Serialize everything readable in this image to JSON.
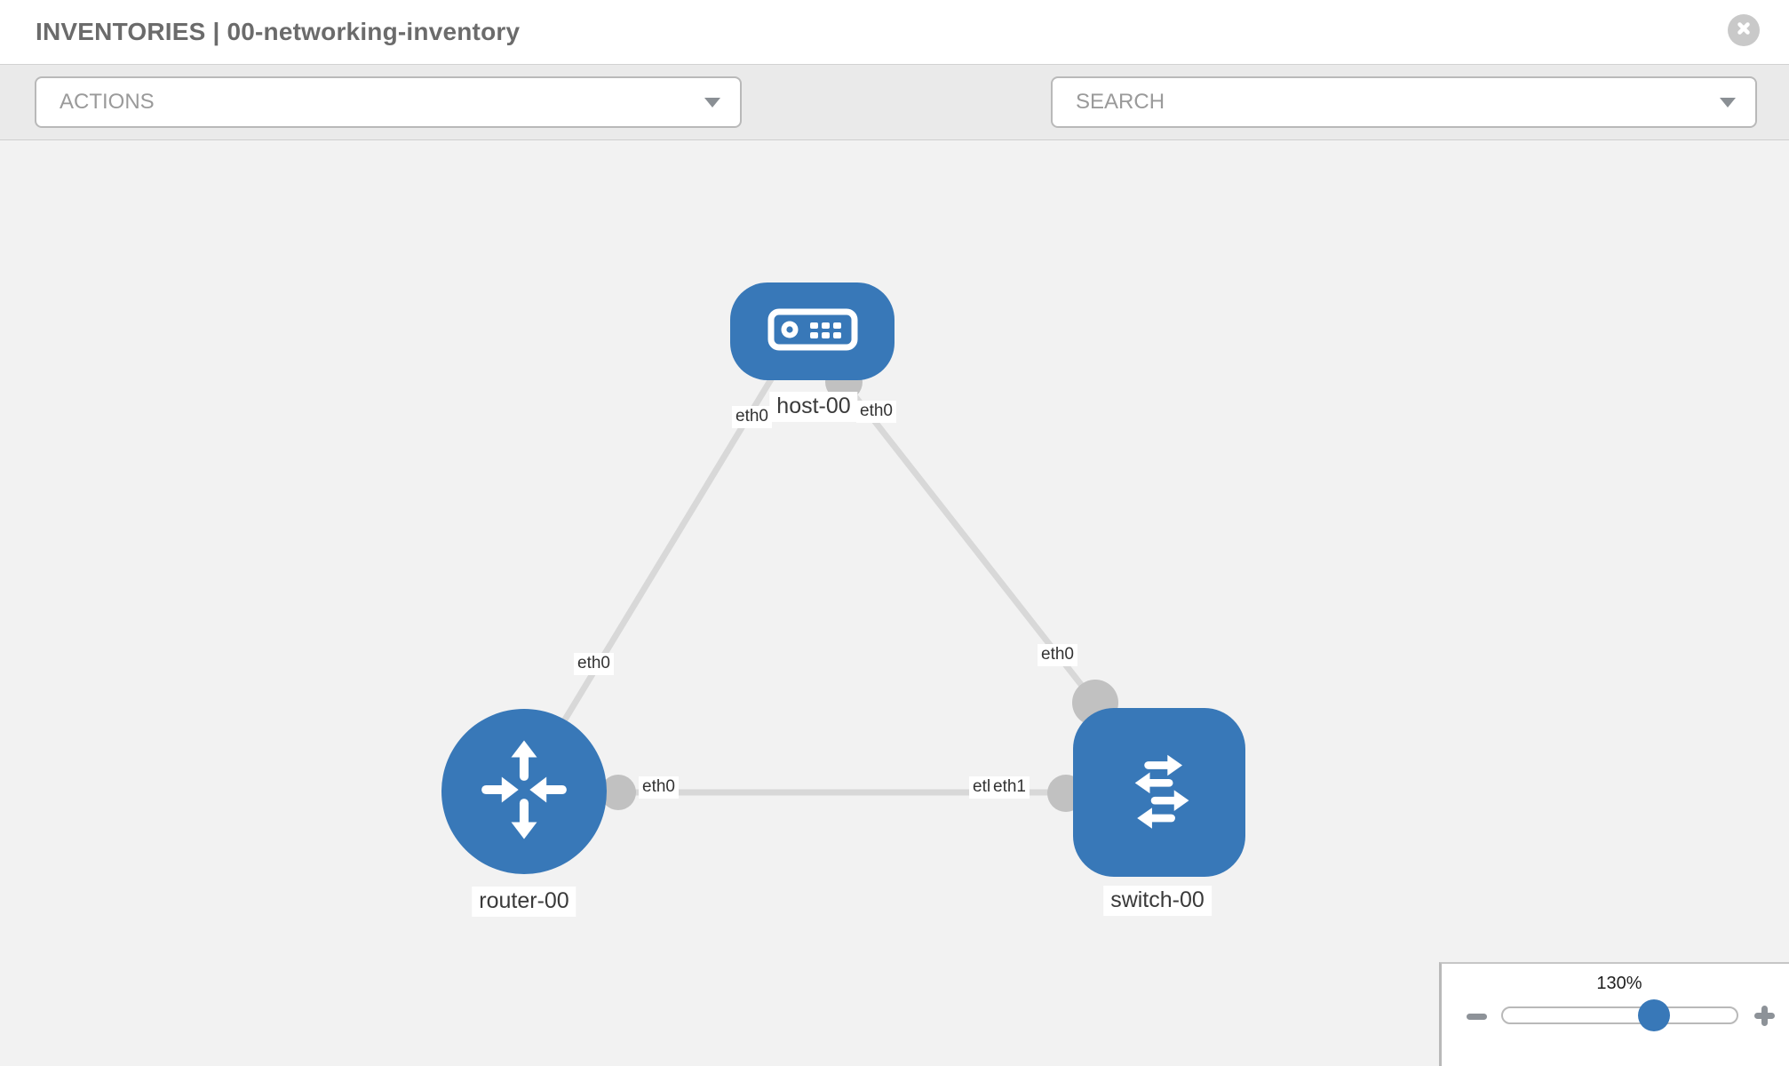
{
  "header": {
    "title": "INVENTORIES | 00-networking-inventory"
  },
  "toolbar": {
    "actions_placeholder": "ACTIONS",
    "search_placeholder": "SEARCH"
  },
  "diagram": {
    "nodes": [
      {
        "id": "host-00",
        "label": "host-00",
        "type": "host"
      },
      {
        "id": "router-00",
        "label": "router-00",
        "type": "router"
      },
      {
        "id": "switch-00",
        "label": "switch-00",
        "type": "switch"
      }
    ],
    "links": [
      {
        "source": "host-00",
        "target": "router-00",
        "source_interface": "eth0",
        "target_interface": "eth0"
      },
      {
        "source": "host-00",
        "target": "switch-00",
        "source_interface": "eth0",
        "target_interface": "eth0"
      },
      {
        "source": "router-00",
        "target": "switch-00",
        "source_interface": "eth0",
        "target_interface": "eth1"
      }
    ],
    "overlapped_label": "eth1"
  },
  "zoom_control": {
    "level": "130%"
  },
  "colors": {
    "node_blue": "#3878b8",
    "link_gray": "#d8d8d8",
    "connector_gray": "#c1c1c1",
    "toolbar_gray": "#eaeaea",
    "canvas_gray": "#f2f2f2"
  }
}
